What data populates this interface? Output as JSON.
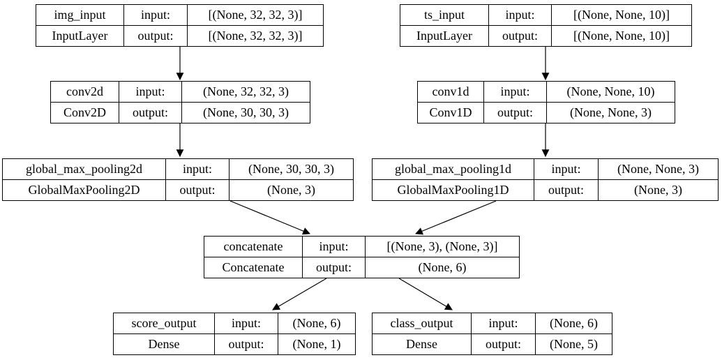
{
  "labels": {
    "input": "input:",
    "output": "output:"
  },
  "nodes": {
    "img_input": {
      "name": "img_input",
      "type": "InputLayer",
      "input_shape": "[(None, 32, 32, 3)]",
      "output_shape": "[(None, 32, 32, 3)]"
    },
    "ts_input": {
      "name": "ts_input",
      "type": "InputLayer",
      "input_shape": "[(None, None, 10)]",
      "output_shape": "[(None, None, 10)]"
    },
    "conv2d": {
      "name": "conv2d",
      "type": "Conv2D",
      "input_shape": "(None, 32, 32, 3)",
      "output_shape": "(None, 30, 30, 3)"
    },
    "conv1d": {
      "name": "conv1d",
      "type": "Conv1D",
      "input_shape": "(None, None, 10)",
      "output_shape": "(None, None, 3)"
    },
    "global_max_pooling2d": {
      "name": "global_max_pooling2d",
      "type": "GlobalMaxPooling2D",
      "input_shape": "(None, 30, 30, 3)",
      "output_shape": "(None, 3)"
    },
    "global_max_pooling1d": {
      "name": "global_max_pooling1d",
      "type": "GlobalMaxPooling1D",
      "input_shape": "(None, None, 3)",
      "output_shape": "(None, 3)"
    },
    "concatenate": {
      "name": "concatenate",
      "type": "Concatenate",
      "input_shape": "[(None, 3), (None, 3)]",
      "output_shape": "(None, 6)"
    },
    "score_output": {
      "name": "score_output",
      "type": "Dense",
      "input_shape": "(None, 6)",
      "output_shape": "(None, 1)"
    },
    "class_output": {
      "name": "class_output",
      "type": "Dense",
      "input_shape": "(None, 6)",
      "output_shape": "(None, 5)"
    }
  },
  "edges": [
    {
      "from": "img_input",
      "to": "conv2d"
    },
    {
      "from": "ts_input",
      "to": "conv1d"
    },
    {
      "from": "conv2d",
      "to": "global_max_pooling2d"
    },
    {
      "from": "conv1d",
      "to": "global_max_pooling1d"
    },
    {
      "from": "global_max_pooling2d",
      "to": "concatenate"
    },
    {
      "from": "global_max_pooling1d",
      "to": "concatenate"
    },
    {
      "from": "concatenate",
      "to": "score_output"
    },
    {
      "from": "concatenate",
      "to": "class_output"
    }
  ],
  "colors": {
    "line": "#000000",
    "background": "#ffffff",
    "text": "#000000"
  }
}
